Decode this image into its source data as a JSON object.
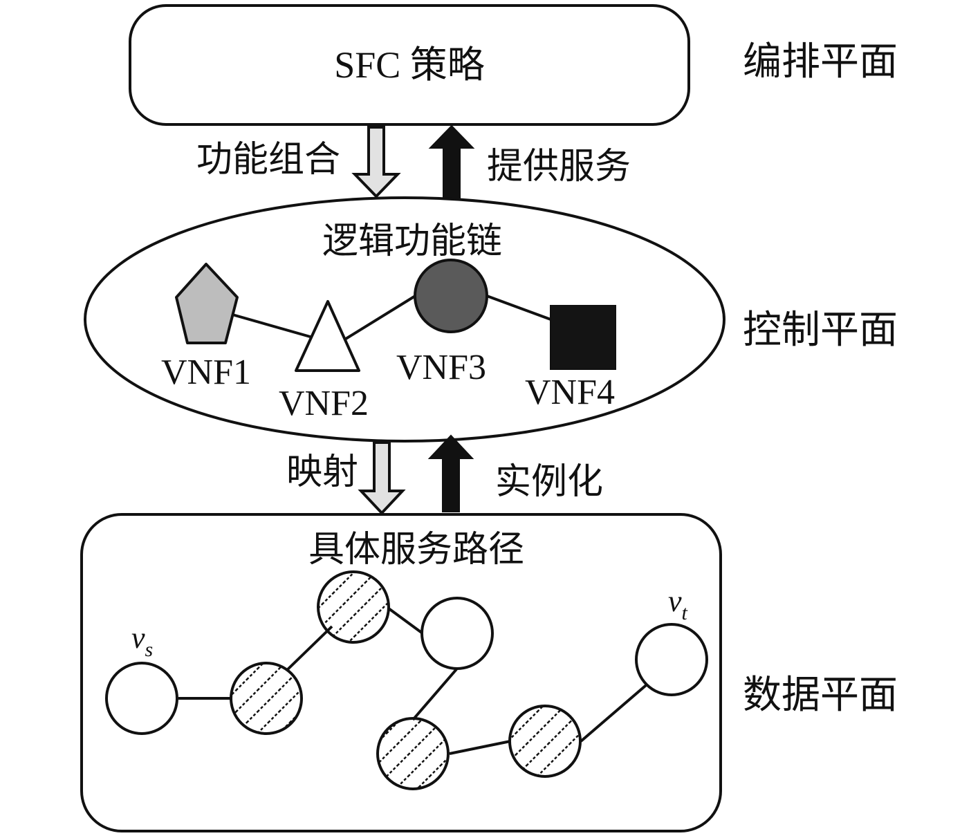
{
  "orchestration": {
    "box_label": "SFC 策略",
    "plane_label": "编排平面"
  },
  "arrows_top": {
    "down_label": "功能组合",
    "up_label": "提供服务"
  },
  "control": {
    "title": "逻辑功能链",
    "plane_label": "控制平面",
    "vnfs": [
      {
        "label": "VNF1",
        "shape": "pentagon",
        "fill": "#bdbdbd"
      },
      {
        "label": "VNF2",
        "shape": "triangle",
        "fill": "#ffffff"
      },
      {
        "label": "VNF3",
        "shape": "circle",
        "fill": "#5a5a5a"
      },
      {
        "label": "VNF4",
        "shape": "square",
        "fill": "#141414"
      }
    ]
  },
  "arrows_bottom": {
    "down_label": "映射",
    "up_label": "实例化"
  },
  "data_plane": {
    "title": "具体服务路径",
    "plane_label": "数据平面",
    "source_label": "v",
    "source_sub": "s",
    "target_label": "v",
    "target_sub": "t"
  },
  "colors": {
    "stroke": "#111111",
    "down_arrow_fill": "#e2e2e2",
    "up_arrow_fill": "#111111"
  }
}
